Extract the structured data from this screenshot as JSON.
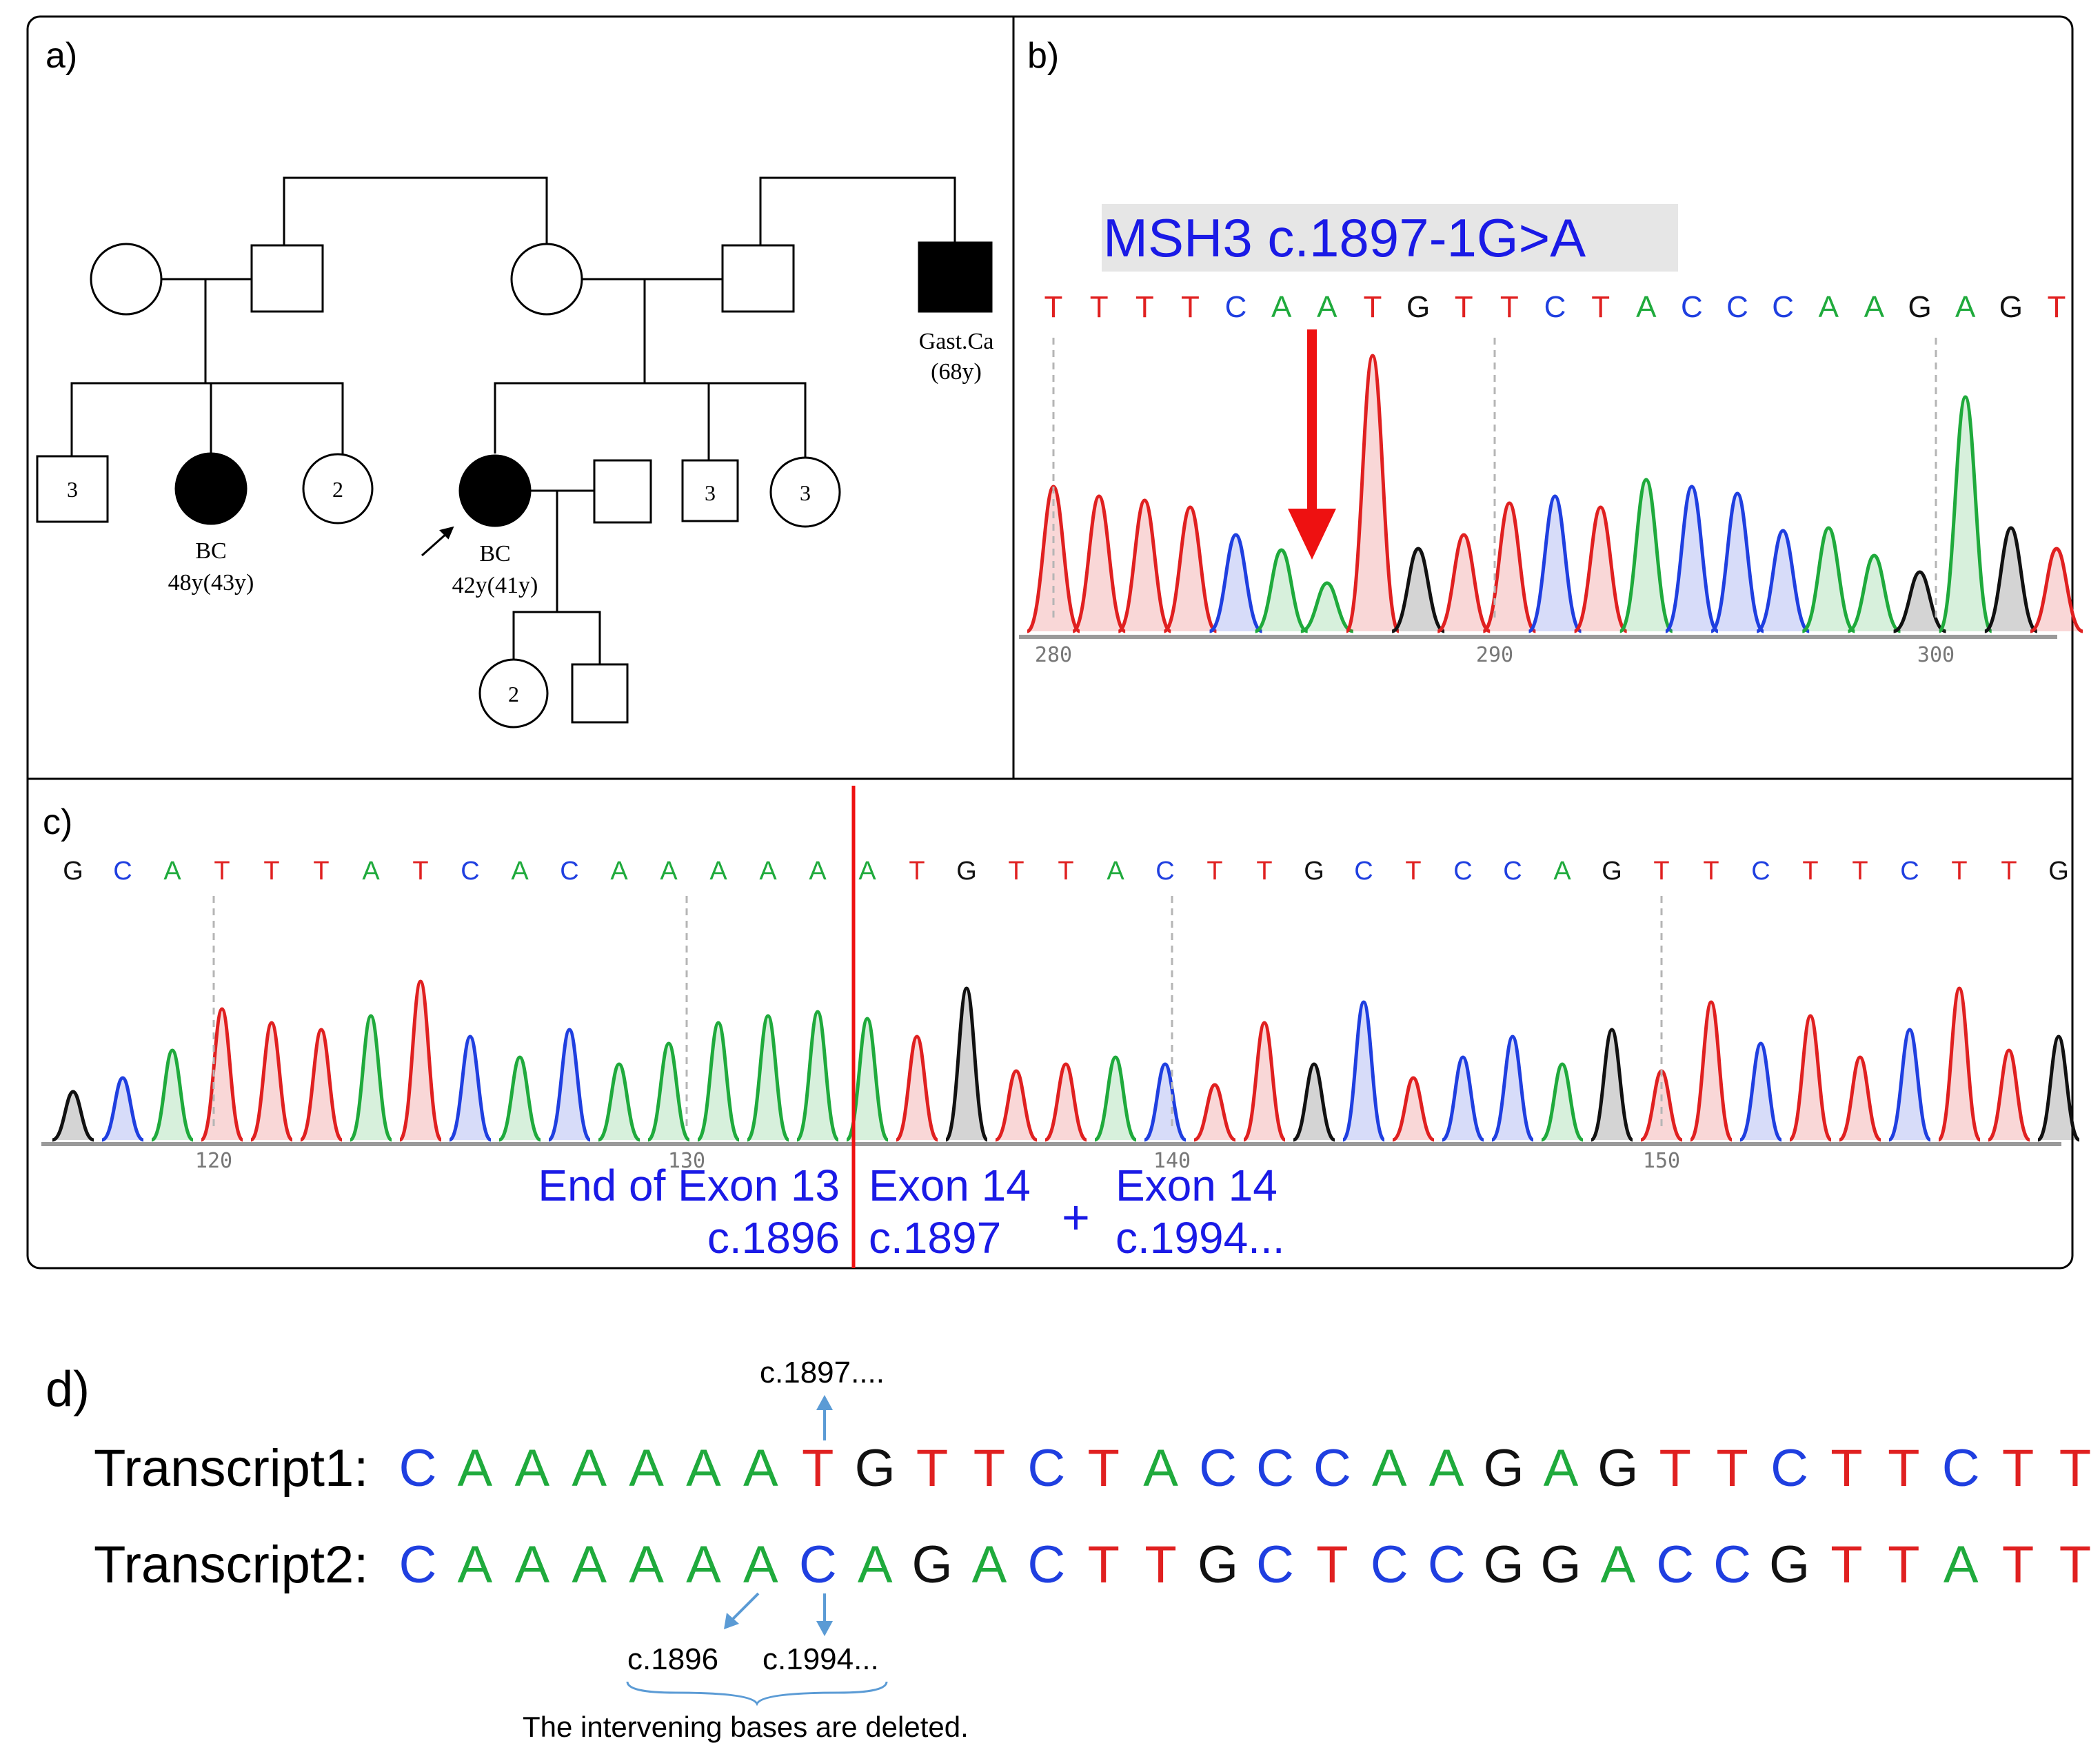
{
  "panels": {
    "a": {
      "label": "a)",
      "individuals": {
        "circle_count_left": "3",
        "circle_count_left_female": "2",
        "proband_square_children": "3",
        "proband_circle_siblings": "3",
        "grandchild_circle": "2"
      },
      "labels": {
        "bc_left": "BC",
        "bc_left_age": "48y(43y)",
        "bc_proband": "BC",
        "bc_proband_age": "42y(41y)",
        "gast": "Gast.Ca",
        "gast_age": "(68y)"
      }
    },
    "b": {
      "label": "b)",
      "mutation": "MSH3 c.1897-1G>A",
      "bases": [
        "T",
        "T",
        "T",
        "T",
        "C",
        "A",
        "A",
        "T",
        "G",
        "T",
        "T",
        "C",
        "T",
        "A",
        "C",
        "C",
        "C",
        "A",
        "A",
        "G",
        "A",
        "G",
        "T"
      ],
      "ticks": [
        "280",
        "290",
        "300"
      ]
    },
    "c": {
      "label": "c)",
      "bases": [
        "G",
        "C",
        "A",
        "T",
        "T",
        "T",
        "A",
        "T",
        "C",
        "A",
        "C",
        "A",
        "A",
        "A",
        "A",
        "A",
        "A",
        "T",
        "G",
        "T",
        "T",
        "A",
        "C",
        "T",
        "T",
        "G",
        "C",
        "T",
        "C",
        "C",
        "A",
        "G",
        "T",
        "T",
        "C",
        "T",
        "T",
        "C",
        "T",
        "T",
        "G"
      ],
      "ticks": [
        "120",
        "130",
        "140",
        "150"
      ],
      "annot_end_exon": "End of Exon 13",
      "annot_end_pos": "c.1896",
      "annot_exon14": "Exon 14",
      "annot_exon14_pos": "c.1897",
      "annot_plus": "+",
      "annot_exon14b": "Exon 14",
      "annot_exon14b_pos": "c.1994..."
    },
    "d": {
      "label": "d)",
      "transcript1_label": "Transcript1:",
      "transcript1": [
        "C",
        "A",
        "A",
        "A",
        "A",
        "A",
        "A",
        "T",
        "G",
        "T",
        "T",
        "C",
        "T",
        "A",
        "C",
        "C",
        "C",
        "A",
        "A",
        "G",
        "A",
        "G",
        "T",
        "T",
        "C",
        "T",
        "T",
        "C",
        "T",
        "T"
      ],
      "transcript2_label": "Transcript2:",
      "transcript2": [
        "C",
        "A",
        "A",
        "A",
        "A",
        "A",
        "A",
        "C",
        "A",
        "G",
        "A",
        "C",
        "T",
        "T",
        "G",
        "C",
        "T",
        "C",
        "C",
        "G",
        "G",
        "A",
        "C",
        "C",
        "G",
        "T",
        "T",
        "A",
        "T",
        "T"
      ],
      "pos_top": "c.1897....",
      "pos_1896": "c.1896",
      "pos_1994": "c.1994...",
      "note": "The intervening bases are deleted."
    }
  },
  "colors": {
    "A": "#1faa3c",
    "C": "#1f3fe0",
    "G": "#111111",
    "T": "#e02020",
    "annot": "#1a1ae6",
    "arrow_red": "#ee1111",
    "arrow_blue": "#5b9bd5"
  }
}
